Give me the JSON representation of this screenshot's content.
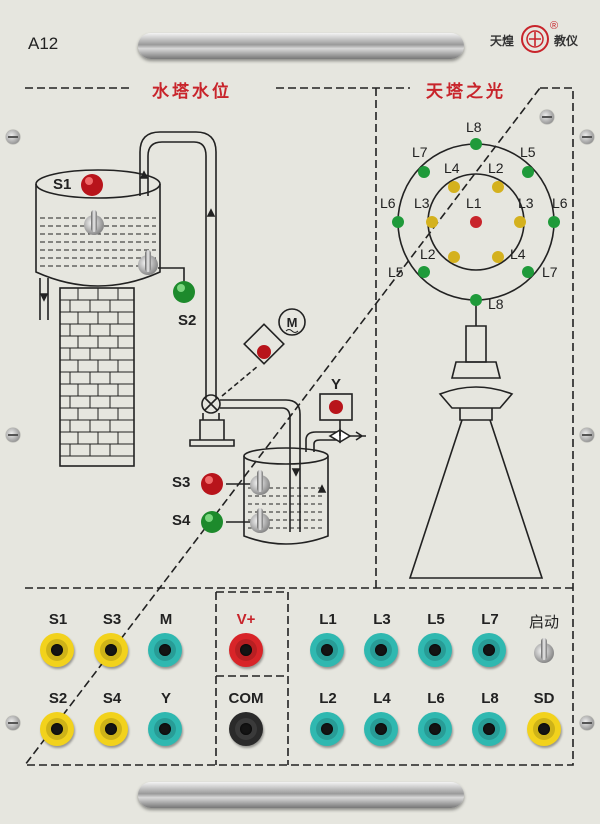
{
  "panel": {
    "model": "A12",
    "brand": {
      "left_text": "天煌",
      "right_text": "教仪",
      "registered": "®"
    },
    "section_water": {
      "title": "水塔水位"
    },
    "section_tower": {
      "title": "天塔之光"
    }
  },
  "diagram": {
    "water": {
      "s1": "S1",
      "s2": "S2",
      "s3": "S3",
      "s4": "S4",
      "motor": "M",
      "valve": "Y"
    },
    "tower": {
      "l8_top": "L8",
      "l7_left": "L7",
      "l5_right": "L5",
      "l4_inner": "L4",
      "l2_inner": "L2",
      "l6_left": "L6",
      "l3_left": "L3",
      "l1_center": "L1",
      "l3_right": "L3",
      "l6_right": "L6",
      "l2_inner_low": "L2",
      "l4_inner_low": "L4",
      "l5_left": "L5",
      "l7_right": "L7",
      "l8_bottom": "L8"
    }
  },
  "terminals": {
    "row1": [
      "S1",
      "S3",
      "M",
      "V+",
      "L1",
      "L3",
      "L5",
      "L7",
      "启动"
    ],
    "row2": [
      "S2",
      "S4",
      "Y",
      "COM",
      "L2",
      "L4",
      "L6",
      "L8",
      "SD"
    ]
  },
  "colors": {
    "accent_red": "#c8242b",
    "jack_yellow": "#f2d21c",
    "jack_teal": "#2fb8b0",
    "jack_red": "#d82428",
    "jack_black": "#2a2a2a"
  }
}
